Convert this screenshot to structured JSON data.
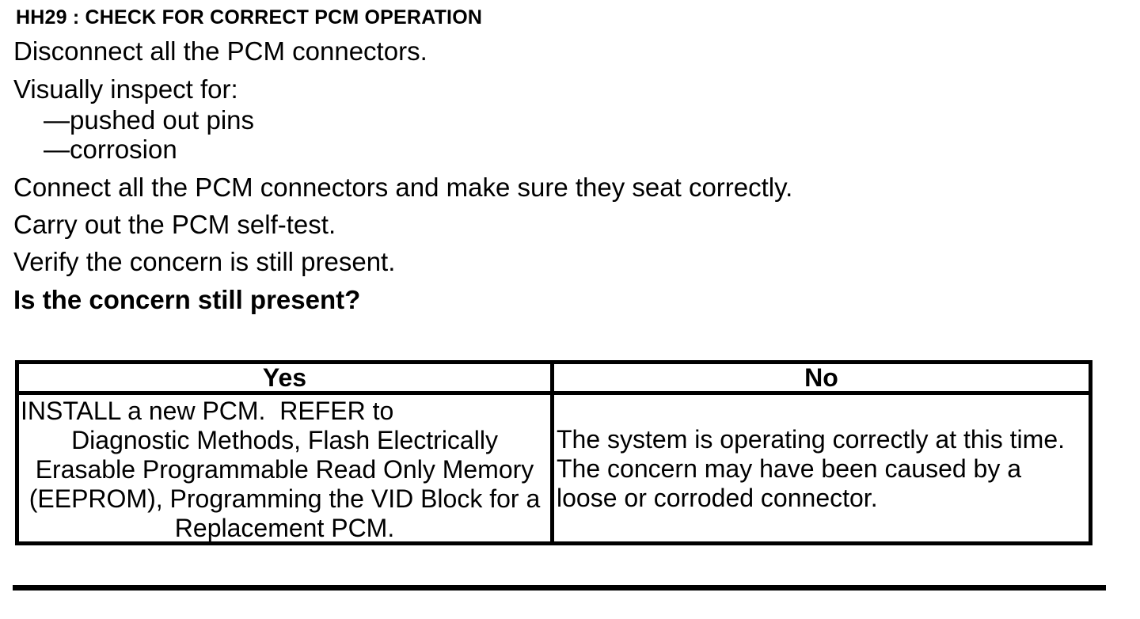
{
  "page": {
    "title": "HH29 : CHECK FOR CORRECT PCM OPERATION",
    "text_color": "#000000",
    "background_color": "#ffffff"
  },
  "procedure": {
    "steps": [
      "Disconnect all the PCM connectors.",
      "Visually inspect for:",
      "Connect all the PCM connectors and make sure they seat correctly.",
      "Carry out the PCM self-test.",
      "Verify the concern is still present."
    ],
    "inspection_items": [
      "—pushed out pins",
      "—corrosion"
    ],
    "question": "Is the concern still present?"
  },
  "decision_table": {
    "columns": [
      {
        "header": "Yes",
        "lines": [
          "INSTALL a new PCM.  REFER to",
          "Diagnostic Methods, Flash Electrically",
          "Erasable Programmable Read Only Memory",
          "(EEPROM), Programming the VID Block for a",
          "Replacement PCM."
        ]
      },
      {
        "header": "No",
        "lines": [
          "The system is operating correctly at this time.",
          "The concern may have been caused by a",
          "loose or corroded connector."
        ]
      }
    ]
  }
}
